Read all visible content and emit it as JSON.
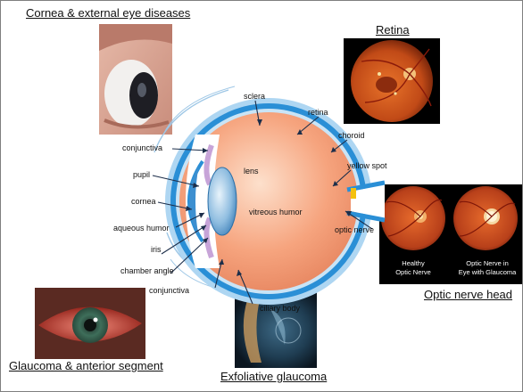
{
  "headings": {
    "cornea": "Cornea & external eye diseases",
    "retina": "Retina",
    "optic": "Optic nerve head",
    "glaucoma_anterior": "Glaucoma & anterior segment",
    "exfoliative": "Exfoliative glaucoma"
  },
  "labels": {
    "sclera": "sclera",
    "retina": "retina",
    "choroid": "choroid",
    "yellow_spot": "yellow  spot",
    "conjunctiva_top": "conjunctiva",
    "pupil": "pupil",
    "lens": "lens",
    "cornea": "cornea",
    "vitreous": "vitreous humor",
    "aqueous": "aqueous humor",
    "optic_nerve": "optic nerve",
    "iris": "iris",
    "chamber_angle": "chamber  angle",
    "conjunctiva_bottom": "conjunctiva",
    "ciliary_body": "ciliary body"
  },
  "optic_captions": {
    "healthy_line1": "Healthy",
    "healthy_line2": "Optic Nerve",
    "glaucoma_line1": "Optic Nerve in",
    "glaucoma_line2": "Eye with Glaucoma"
  },
  "colors": {
    "sclera_blue": "#2a8fd6",
    "vitreous": "#f4a07c",
    "lens_blue": "#3d8fd0",
    "fundus_orange": "#d4571c"
  },
  "icons": [
    "eye-cross-section-diagram",
    "external-eye-photo",
    "retina-fundus-photo",
    "optic-disc-photos",
    "red-eye-photo",
    "exfoliation-lens-photo"
  ]
}
